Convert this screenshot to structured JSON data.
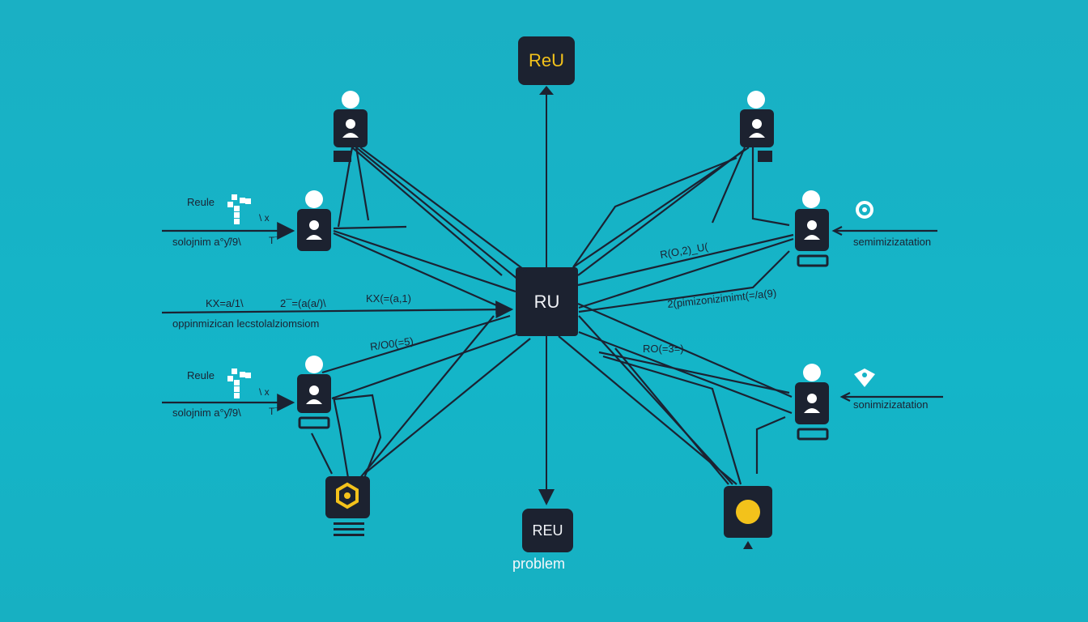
{
  "nodes": {
    "top": "ReU",
    "center": "RU",
    "bottom": "REU",
    "bottom_caption": "problem"
  },
  "labels": {
    "left_upper_title": "Reule",
    "left_upper_formula": "solojnim a°ƴ/9\\",
    "left_upper_mark_1": "\\ x",
    "left_upper_mark_2": "T¯",
    "left_mid_formula_a": "KX=a/1\\",
    "left_mid_formula_b": "2¯=(a(a/)\\",
    "left_mid_text": "oppinmizican lecstolalziomsiom",
    "left_lower_title": "Reule",
    "left_lower_formula": "solojnim a°ƴ/9\\",
    "left_lower_mark_1": "\\ x",
    "left_lower_mark_2": "T¯",
    "center_left_upper": "KX(=(a,1)",
    "center_left_lower": "R/O0(=5)",
    "center_right_upper": "R(O,2)_U(",
    "center_right_mid": "2(pimizonizimimt(=/a(9)",
    "center_right_lower": "RO(=3=)",
    "right_upper_text": "semimizizatation",
    "right_lower_text": "sonimizizatation"
  },
  "colors": {
    "background": "#15b3c6",
    "node": "#1c2230",
    "accent": "#f3c21b",
    "line": "#1b2232",
    "person": "#ffffff"
  },
  "icons": {
    "person": "person-icon",
    "settings": "gear-icon",
    "puzzle": "puzzle-icon",
    "location": "location-pin-icon",
    "circle": "yellow-circle-icon"
  }
}
